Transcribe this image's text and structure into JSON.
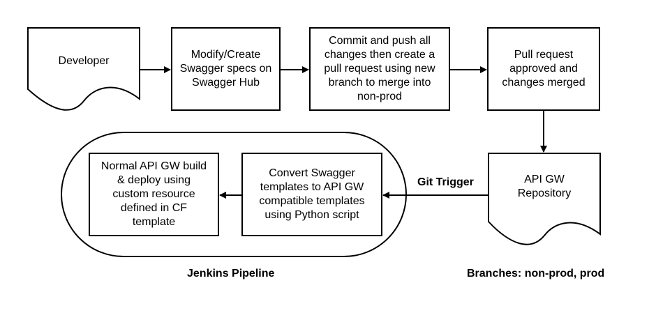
{
  "nodes": {
    "developer": "Developer",
    "modify_swagger": "Modify/Create\nSwagger specs on\nSwagger Hub",
    "commit_push": "Commit and push all\nchanges then create a\npull request using new\nbranch to merge into\nnon-prod",
    "pull_request": "Pull request\napproved and\nchanges merged",
    "repository": "API GW\nRepository",
    "convert_swagger": "Convert Swagger\ntemplates to API GW\ncompatible templates\nusing Python script",
    "normal_build": "Normal API GW build\n& deploy using\ncustom resource\ndefined in CF\ntemplate"
  },
  "labels": {
    "git_trigger": "Git Trigger",
    "jenkins_pipeline": "Jenkins Pipeline",
    "branches": "Branches: non-prod, prod"
  }
}
